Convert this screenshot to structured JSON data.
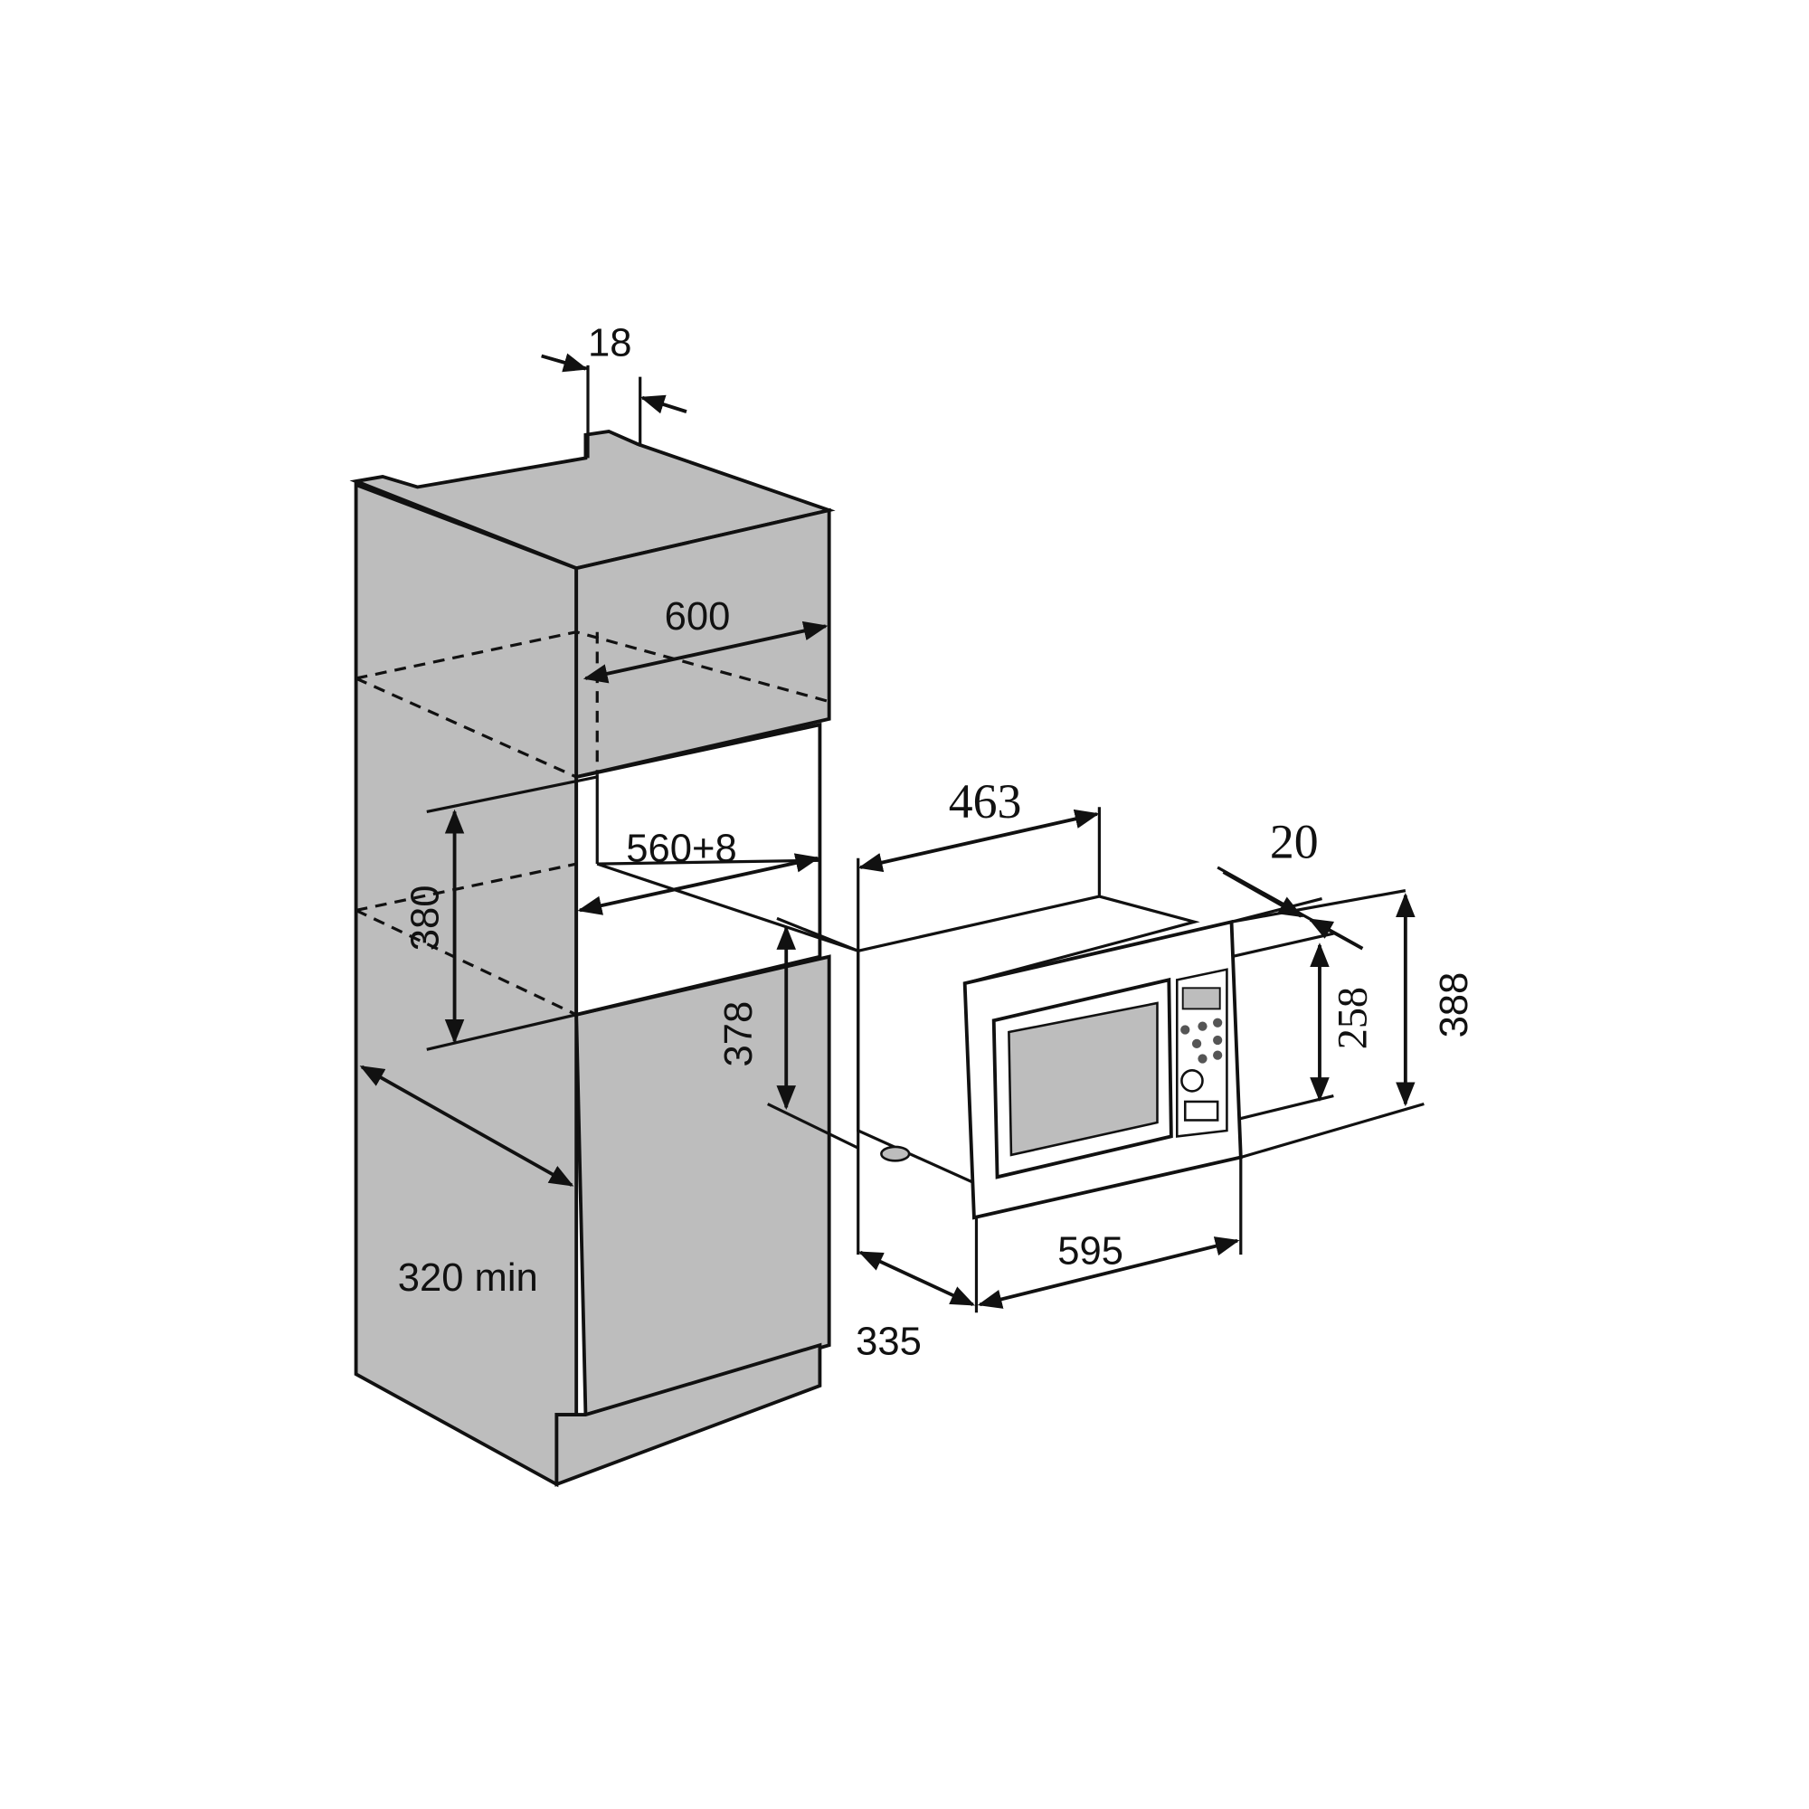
{
  "diagram": {
    "colors": {
      "panel": "#bdbdbd",
      "line": "#111111",
      "background": "#ffffff"
    },
    "cabinet_dimensions": {
      "panel_thickness": "18",
      "depth": "600",
      "niche_width": "560+8",
      "niche_height": "380",
      "lower_height": "378",
      "side_depth": "320 min"
    },
    "microwave_dimensions": {
      "body_depth": "463",
      "frame_thickness": "20",
      "body_height": "258",
      "frame_height": "388",
      "frame_width": "595",
      "depth": "335"
    }
  }
}
